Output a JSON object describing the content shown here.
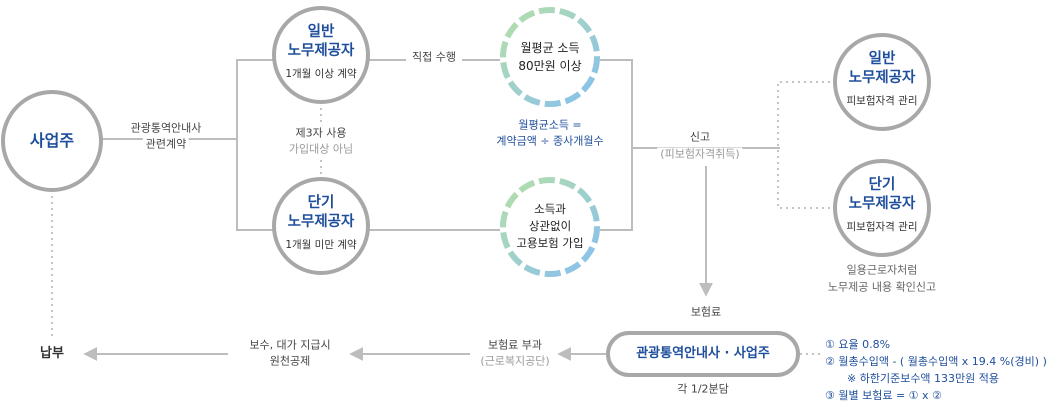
{
  "nodes": {
    "employer": "사업주",
    "general_worker": {
      "title_1": "일반",
      "title_2": "노무제공자",
      "sub": "1개월 이상 계약"
    },
    "short_worker": {
      "title_1": "단기",
      "title_2": "노무제공자",
      "sub": "1개월 미만 계약"
    },
    "income_circle": {
      "line_1": "월평균 소득",
      "line_2": "80만원 이상"
    },
    "noincome_circle": {
      "line_1": "소득과",
      "line_2": "상관없이",
      "line_3": "고용보험 가입"
    },
    "right_general": {
      "title_1": "일반",
      "title_2": "노무제공자",
      "sub": "피보험자격 관리"
    },
    "right_short": {
      "title_1": "단기",
      "title_2": "노무제공자",
      "sub": "피보험자격 관리"
    },
    "agency": "관광통역안내사 · 사업주"
  },
  "labels": {
    "contract_1": "관광통역안내사",
    "contract_2": "관련계약",
    "direct": "직접 수행",
    "third_party_1": "제3자 사용",
    "third_party_2": "가입대상 아님",
    "avg_income_1": "월평균소득 =",
    "avg_income_2": "계약금액 ÷ 종사개월수",
    "report_1": "신고",
    "report_2": "(피보험자격취득)",
    "daily_1": "일용근로자처럼",
    "daily_2": "노무제공 내용 확인신고",
    "premium": "보험료",
    "split": "각 1/2분담",
    "levy_1": "보험료 부과",
    "levy_2": "(근로복지공단)",
    "withhold_1": "보수, 대가 지급시",
    "withhold_2": "원천공제",
    "payment": "납부"
  },
  "notes": {
    "n1": "①  요율 0.8%",
    "n2": "②  월총수입액 - ( 월총수입액 x 19.4 %(경비) )",
    "n2b": "※ 하한기준보수액 133만원 적용",
    "n3": "③  월별 보험료 = ① x ②"
  },
  "colors": {
    "accent_blue": "#1f4e9c",
    "circle_gray": "#a8a8a8",
    "line_gray": "#bdbdbd",
    "ring_green": "#a8d8a0",
    "ring_blue": "#8fc3ec"
  }
}
